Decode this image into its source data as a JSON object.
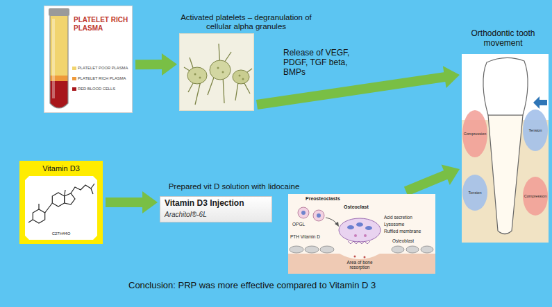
{
  "diagram": {
    "nodes": [
      {
        "text": [
          "PLATELET RICH PLASMA",
          "PLATELET POOR PLASMA",
          "PLATELET RICH PLASMA",
          "RED BLOOD CELLS"
        ]
      },
      {
        "text": [
          "Activated platelets – degranulation of cellular alpha granules"
        ]
      },
      {
        "text": [
          "Orthodontic tooth movement",
          "Compression",
          "Tension",
          "Tension",
          "Compression"
        ]
      },
      {
        "text": [
          "Vitamin D3",
          "C27H44O"
        ]
      },
      {
        "text": [
          "Prepared vit D solution with lidocaine",
          "Vitamin D3 Injection",
          "Arachitol®-6L"
        ]
      },
      {
        "text": [
          "Preosteoclasts",
          "Osteoclast",
          "OPGL",
          "Acid secretion",
          "Lysosome",
          "Ruffled membrane",
          "PTH Vitamin D",
          "Osteoblast",
          "Area of bone resorption"
        ]
      }
    ],
    "edges": [
      {
        "from": 0,
        "to": 1,
        "arrow": "to"
      },
      {
        "from": 1,
        "to": 2,
        "arrow": "to",
        "label": "Release of VEGF, PDGF, TGF beta, BMPs"
      },
      {
        "from": 3,
        "to": 4,
        "arrow": "to"
      },
      {
        "from": 5,
        "to": 2,
        "arrow": "to"
      }
    ],
    "labels": [
      "Conclusion: PRP was more effective compared to Vitamin D 3"
    ]
  }
}
